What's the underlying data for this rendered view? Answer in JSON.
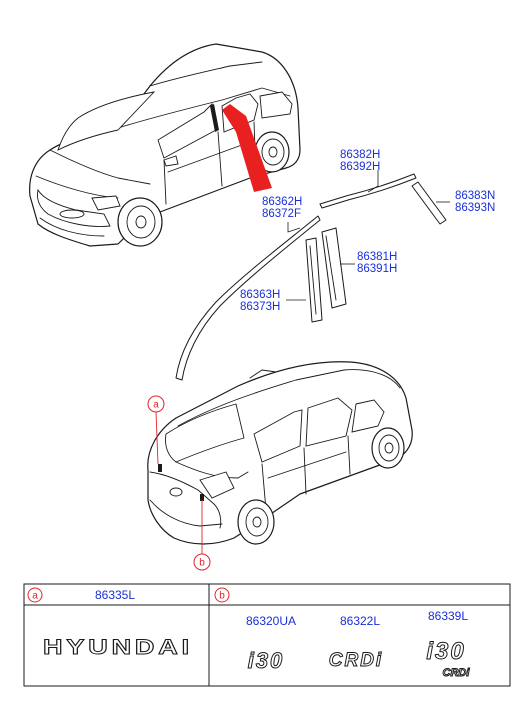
{
  "colors": {
    "part_number": "#1a2fd8",
    "callout": "#e0262c",
    "line": "#1b1b1b",
    "highlight": "#e8201f"
  },
  "parts": {
    "p86382H": "86382H",
    "p86392H": "86392H",
    "p86383N": "86383N",
    "p86393N": "86393N",
    "p86362H": "86362H",
    "p86372F": "86372F",
    "p86381H": "86381H",
    "p86391H": "86391H",
    "p86363H": "86363H",
    "p86373H": "86373H"
  },
  "callouts": {
    "a": "a",
    "b": "b"
  },
  "table": {
    "section_a": {
      "letter": "a",
      "part": "86335L",
      "emblem_text": "HYUNDAI",
      "emblem_icon": "hyundai-lettering-emblem"
    },
    "section_b": {
      "letter": "b",
      "items": [
        {
          "part": "86320UA",
          "emblem_text": "i30",
          "emblem_icon": "i30-emblem"
        },
        {
          "part": "86322L",
          "emblem_text": "CRDi",
          "emblem_icon": "crdi-emblem"
        },
        {
          "part": "86339L",
          "emblem_text": "i30",
          "emblem_sub": "CRDi",
          "emblem_icon": "i30-crdi-emblem"
        }
      ]
    }
  }
}
